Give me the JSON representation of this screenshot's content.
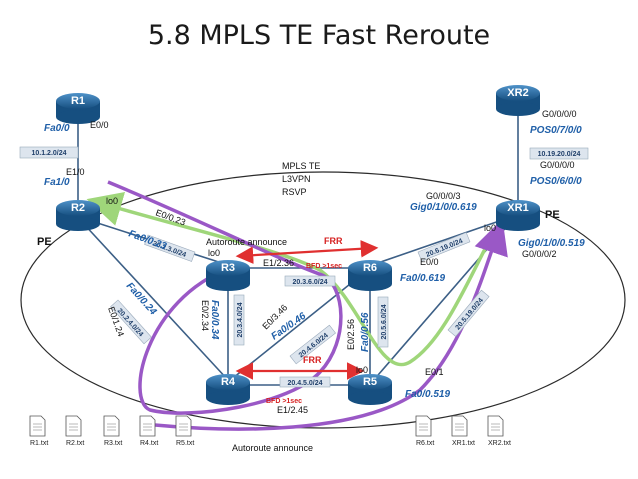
{
  "title": "5.8 MPLS TE Fast Reroute",
  "center_text": [
    "MPLS  TE",
    "L3VPN",
    "RSVP"
  ],
  "routers": [
    "R1",
    "R2",
    "R3",
    "R4",
    "R5",
    "R6",
    "XR1",
    "XR2"
  ],
  "roles": {
    "pe_left": "PE",
    "pe_right": "PE"
  },
  "interfaces": {
    "r1_fa00_blue": "Fa0/0",
    "r1_e00": "E0/0",
    "r2_e10": "E1/0",
    "r2_fa10_blue": "Fa1/0",
    "r2_lo0": "lo0",
    "r2_e023": "E0/0.23",
    "r2_fa023_blue": "Fa0/0.23",
    "r2_fa024_blue": "Fa0/0.24",
    "r2_e0124": "E0/1.24",
    "r3_lo0": "lo0",
    "r3_e1236": "E1/2.36",
    "r3_e0234": "E0/2.34",
    "r3_fa034_blue": "Fa0/0.34",
    "r4_e0346": "E0/3.46",
    "r4_fa046_blue": "Fa0/0.46",
    "r4_e1245": "E1/2.45",
    "r6_e256": "E0/2.56",
    "r6_fa056_blue": "Fa0/0.56",
    "r6_e00": "E0/0",
    "r6_fa0619_blue": "Fa0/0.619",
    "r5_lo0": "lo0",
    "r5_e01": "E0/1",
    "r5_fa0519_blue": "Fa0/0.519",
    "xr2_g0000": "G0/0/0/0",
    "xr2_pos_blue": "POS0/7/0/0",
    "xr1_g0000": "G0/0/0/0",
    "xr1_pos_blue": "POS0/6/0/0",
    "xr1_g0003": "G0/0/0/3",
    "xr1_gig619_blue": "Gig0/1/0/0.619",
    "xr1_lo0": "lo0",
    "xr1_gig519_blue": "Gig0/1/0/0.519",
    "xr1_g0002": "G0/0/0/2"
  },
  "networks": {
    "r1_r2": "10.1.2.0/24",
    "xr2_xr1": "10.19.20.0/24",
    "r2_r3": "20.2.3.0/24",
    "r2_r4": "20.2.4.0/24",
    "r3_r6": "20.3.6.0/24",
    "r3_r4": "20.3.4.0/24",
    "r4_r6": "20.4.6.0/24",
    "r6_r5": "20.5.6.0/24",
    "r4_r5": "20.4.5.0/24",
    "r6_xr1": "20.6.19.0/24",
    "r5_xr1": "20.5.19.0/24"
  },
  "annotations": {
    "autoroute_top": "Autoroute announce",
    "autoroute_bottom": "Autoroute announce",
    "frr_top": "FRR",
    "frr_bottom": "FRR",
    "bfd_top": "BFD >1sec",
    "bfd_bottom": "BFD >1sec"
  },
  "colors": {
    "accent_blue": "#1f5fa8",
    "router_blue": "#1a5b8e",
    "frr_red": "#e03030",
    "tunnel_purple": "#9a58c6",
    "tunnel_green": "#9fd67a"
  },
  "files": [
    "R1.txt",
    "R2.txt",
    "R3.txt",
    "R4.txt",
    "R5.txt",
    "R6.txt",
    "XR1.txt",
    "XR2.txt"
  ]
}
